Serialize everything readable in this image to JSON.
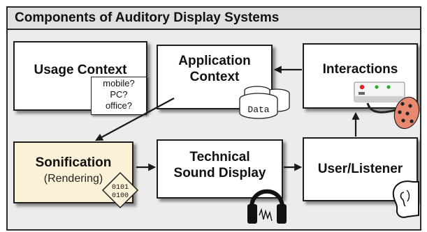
{
  "title": "Components of Auditory Display Systems",
  "nodes": {
    "usage_context": {
      "label": "Usage Context",
      "notes": [
        "mobile?",
        "PC?",
        "office?"
      ]
    },
    "application_context": {
      "label_lines": [
        "Application",
        "Context"
      ],
      "data_label": "Data"
    },
    "interactions": {
      "label": "Interactions"
    },
    "sonification": {
      "label": "Sonification",
      "sublabel": "(Rendering)",
      "binary_lines": [
        "0101",
        "0100"
      ]
    },
    "technical_sound_display": {
      "label_lines": [
        "Technical",
        "Sound Display"
      ]
    },
    "user_listener": {
      "label": "User/Listener"
    }
  },
  "edges": [
    {
      "from": "interactions",
      "to": "application_context"
    },
    {
      "from": "application_context",
      "to": "sonification"
    },
    {
      "from": "sonification",
      "to": "technical_sound_display"
    },
    {
      "from": "technical_sound_display",
      "to": "user_listener"
    },
    {
      "from": "user_listener",
      "to": "interactions"
    }
  ],
  "colors": {
    "sonification_fill": "#fbf1d6",
    "frame_bg": "#ececec",
    "box_border": "#1e1e1e"
  }
}
